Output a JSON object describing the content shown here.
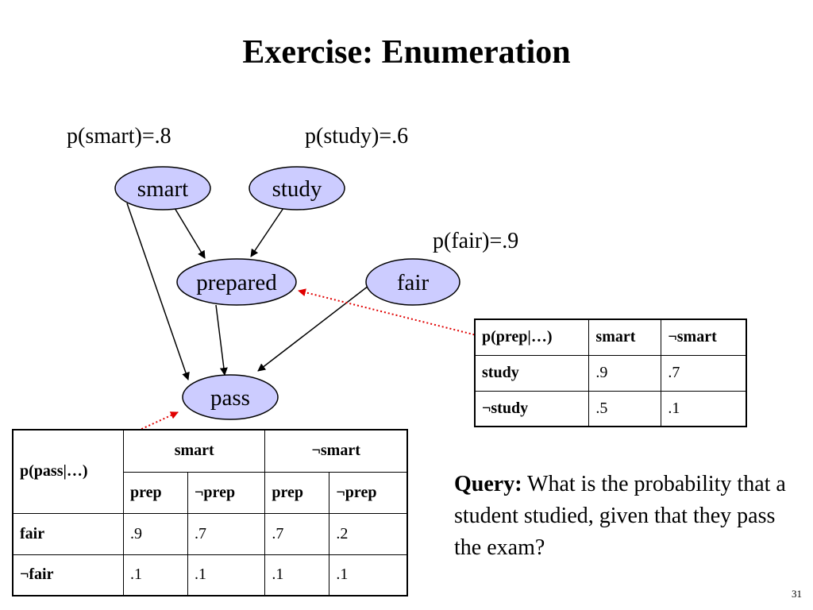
{
  "title": "Exercise: Enumeration",
  "priors": {
    "smart": "p(smart)=.8",
    "study": "p(study)=.6",
    "fair": "p(fair)=.9"
  },
  "nodes": {
    "smart": "smart",
    "study": "study",
    "prepared": "prepared",
    "fair": "fair",
    "pass": "pass"
  },
  "colors": {
    "node_fill": "#ccccff",
    "node_stroke": "#000000",
    "pointer_line": "#e00000"
  },
  "prep_table": {
    "header": [
      "p(prep|…)",
      "smart",
      "¬smart"
    ],
    "rows": [
      {
        "label": "study",
        "values": [
          ".9",
          ".7"
        ]
      },
      {
        "label": "¬study",
        "values": [
          ".5",
          ".1"
        ]
      }
    ]
  },
  "pass_table": {
    "corner": "p(pass|…)",
    "group_headers": [
      "smart",
      "¬smart"
    ],
    "sub_headers": [
      "prep",
      "¬prep",
      "prep",
      "¬prep"
    ],
    "rows": [
      {
        "label": "fair",
        "values": [
          ".9",
          ".7",
          ".7",
          ".2"
        ]
      },
      {
        "label": "¬fair",
        "values": [
          ".1",
          ".1",
          ".1",
          ".1"
        ]
      }
    ]
  },
  "query": {
    "label": "Query:",
    "text": " What is the probability that a student studied, given that they pass the exam?"
  },
  "page_number": "31"
}
